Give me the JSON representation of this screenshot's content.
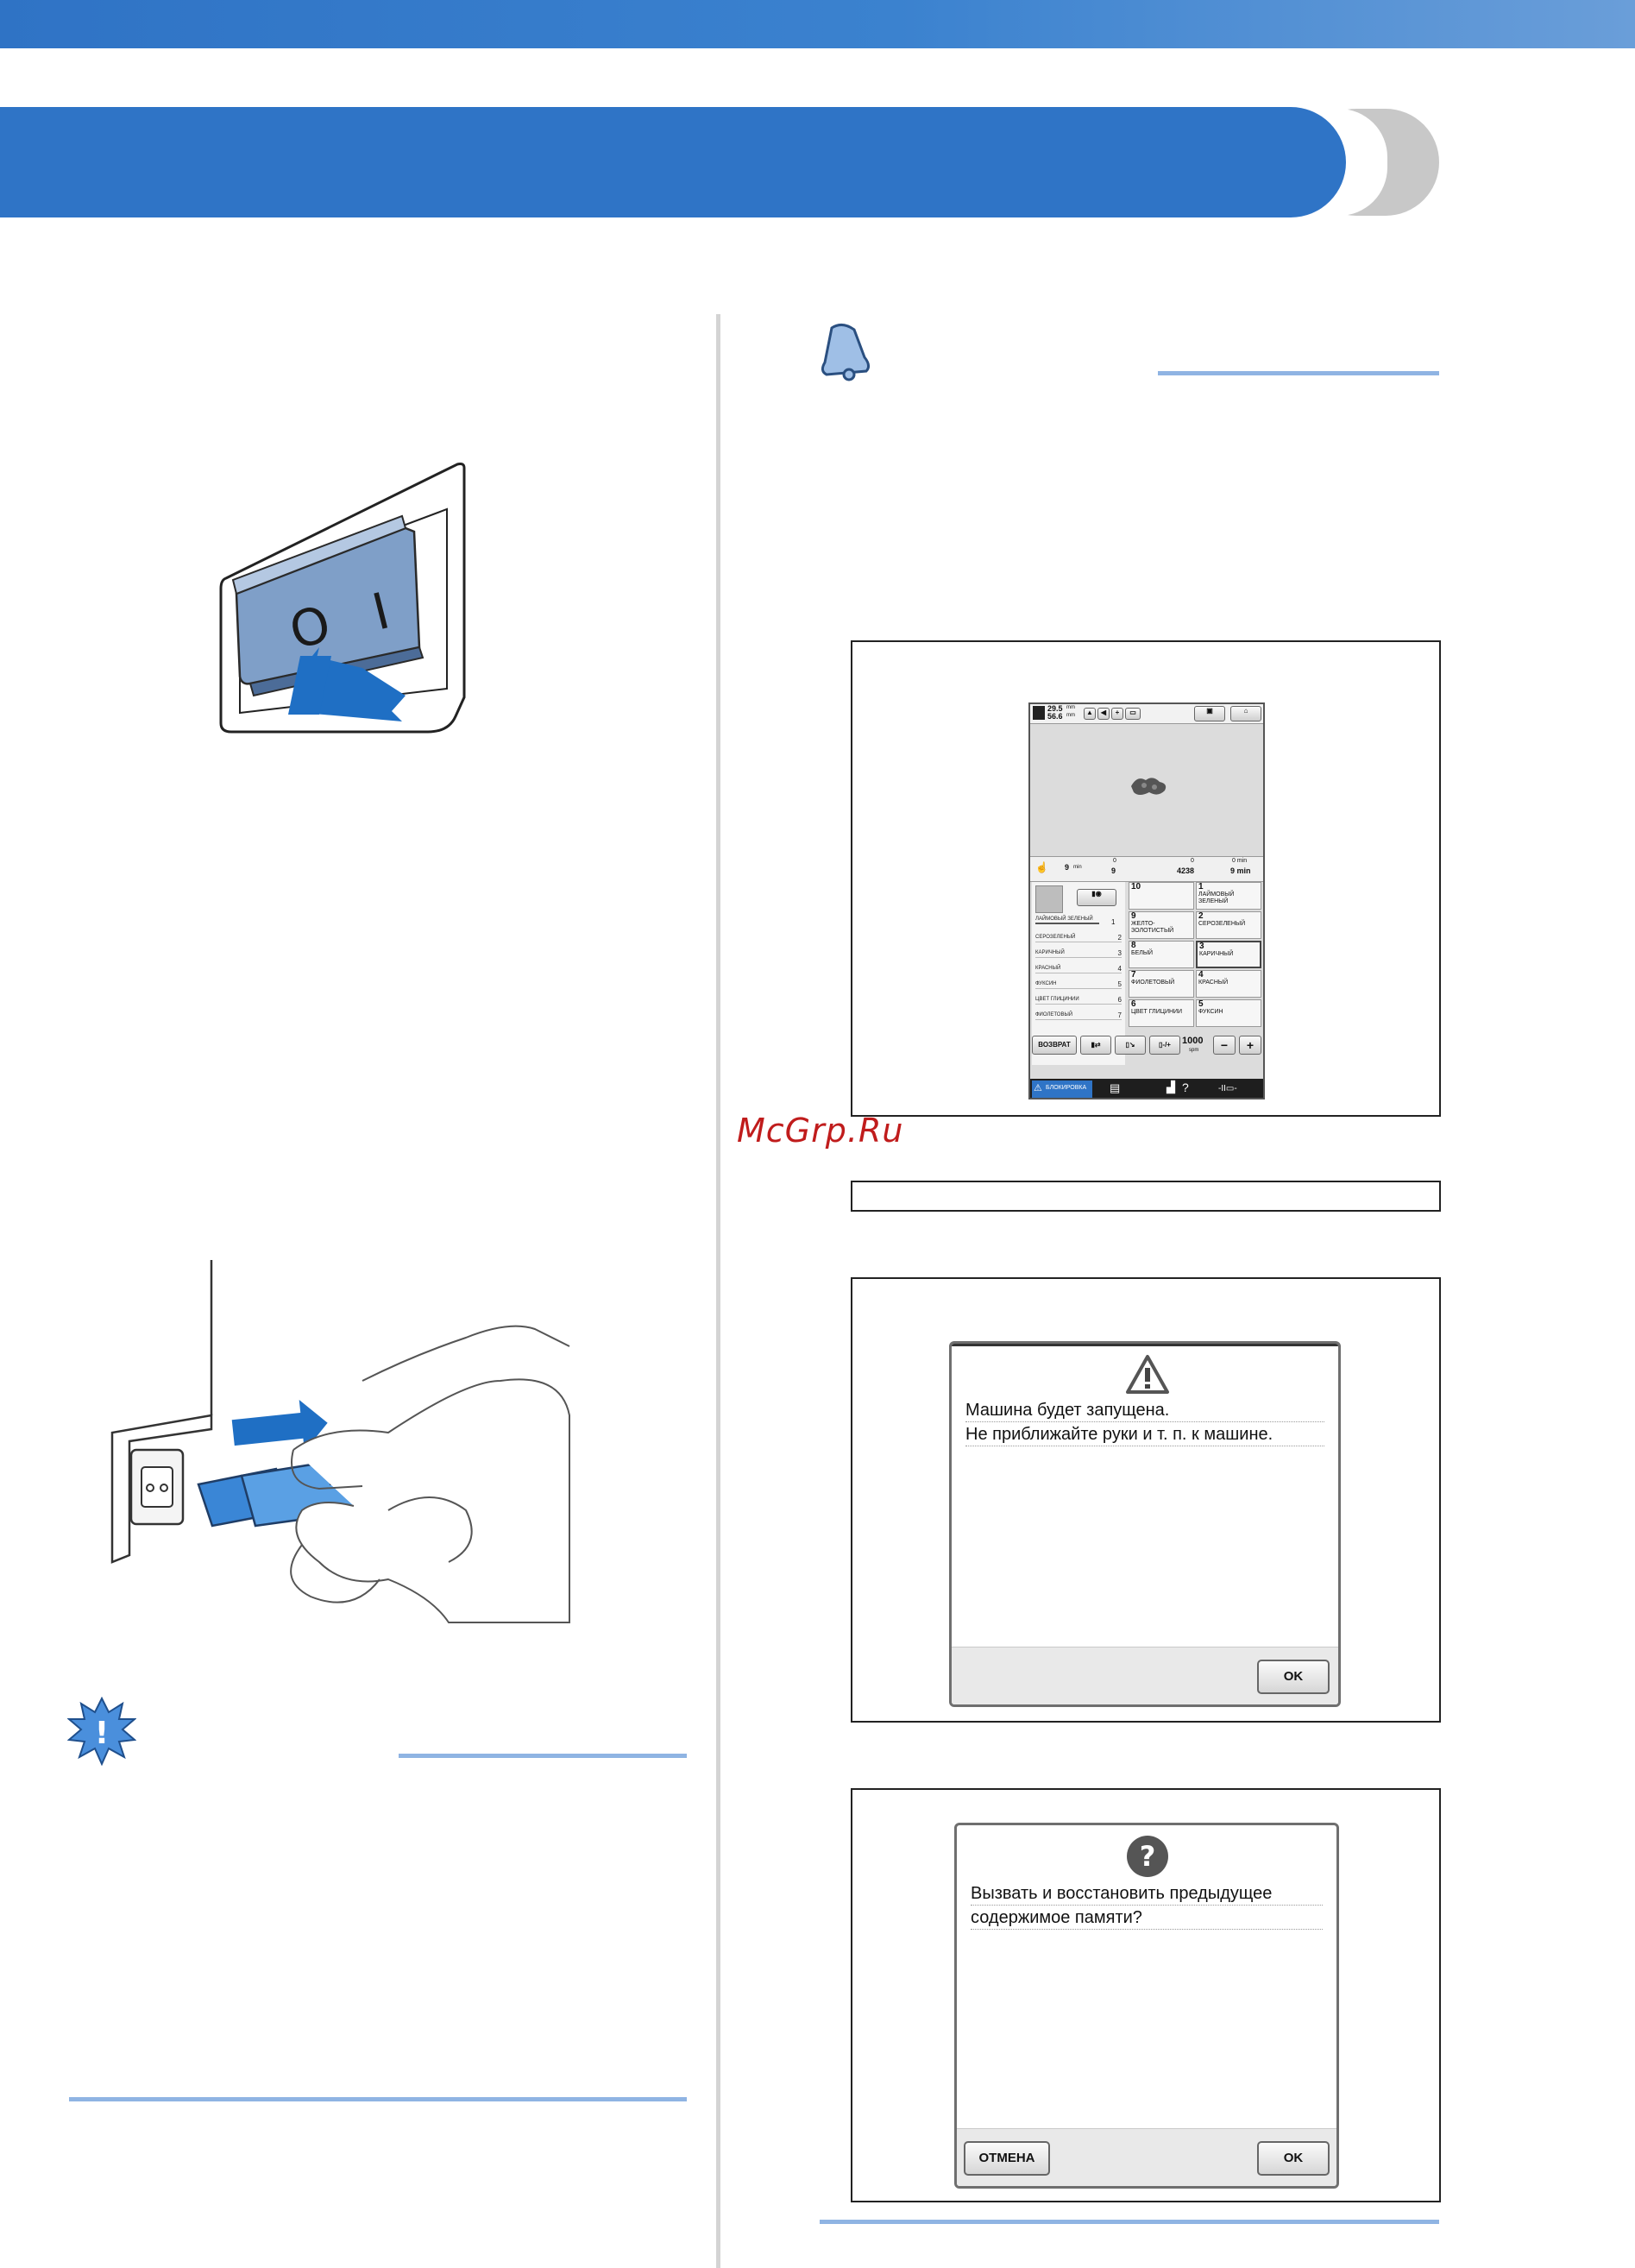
{
  "watermark": "McGrp.Ru",
  "colors": {
    "accent_blue": "#2f74c6",
    "rule_blue": "#8fb4e3",
    "watermark_red": "#c01c1c"
  },
  "icons": {
    "memo": "bell-icon",
    "note": "note-starburst-icon",
    "switch": "power-switch-icon",
    "plug": "power-plug-icon"
  },
  "switch_figure": {
    "off_symbol": "O",
    "on_symbol": "I"
  },
  "screen1": {
    "dims": {
      "width": "29.5",
      "height": "56.6",
      "unit": "mm"
    },
    "time_left": "9",
    "time_unit": "min",
    "stitch_top": "0",
    "stitch_bottom": "9",
    "count_top": "0",
    "count_bottom": "4238",
    "total_top": "0 min",
    "total_bottom": "9 min",
    "color_list": [
      {
        "name": "ЛАЙМОВЫЙ ЗЕЛЕНЫЙ",
        "idx": "1"
      },
      {
        "name": "СЕРОЗЕЛЕНЫЙ",
        "idx": "2"
      },
      {
        "name": "КАРИЧНЫЙ",
        "idx": "3"
      },
      {
        "name": "КРАСНЫЙ",
        "idx": "4"
      },
      {
        "name": "ФУКСИН",
        "idx": "5"
      },
      {
        "name": "ЦВЕТ ГЛИЦИНИИ",
        "idx": "6"
      },
      {
        "name": "ФИОЛЕТОВЫЙ",
        "idx": "7"
      }
    ],
    "spools_left": [
      {
        "num": "10",
        "name": ""
      },
      {
        "num": "9",
        "name": "ЖЕЛТО-ЗОЛОТИСТЫЙ"
      },
      {
        "num": "8",
        "name": "БЕЛЫЙ"
      },
      {
        "num": "7",
        "name": "ФИОЛЕТОВЫЙ"
      },
      {
        "num": "6",
        "name": "ЦВЕТ ГЛИЦИНИИ"
      }
    ],
    "spools_right": [
      {
        "num": "1",
        "name": "ЛАЙМОВЫЙ ЗЕЛЕНЫЙ"
      },
      {
        "num": "2",
        "name": "СЕРОЗЕЛЕНЫЙ"
      },
      {
        "num": "3",
        "name": "КАРИЧНЫЙ"
      },
      {
        "num": "4",
        "name": "КРАСНЫЙ"
      },
      {
        "num": "5",
        "name": "ФУКСИН"
      }
    ],
    "back_label": "ВОЗВРАТ",
    "speed_value": "1000",
    "speed_unit": "spm",
    "minus": "−",
    "plus": "+",
    "lock_label": "БЛОКИРОВКА",
    "help_mark": "?"
  },
  "dialog_warning": {
    "line1": "Машина будет запущена.",
    "line2": "Не приближайте руки и т. п. к машине.",
    "ok_label": "OK"
  },
  "dialog_question": {
    "line1": "Вызвать и восстановить предыдущее",
    "line2": "содержимое памяти?",
    "cancel_label": "ОТМЕНА",
    "ok_label": "OK"
  }
}
